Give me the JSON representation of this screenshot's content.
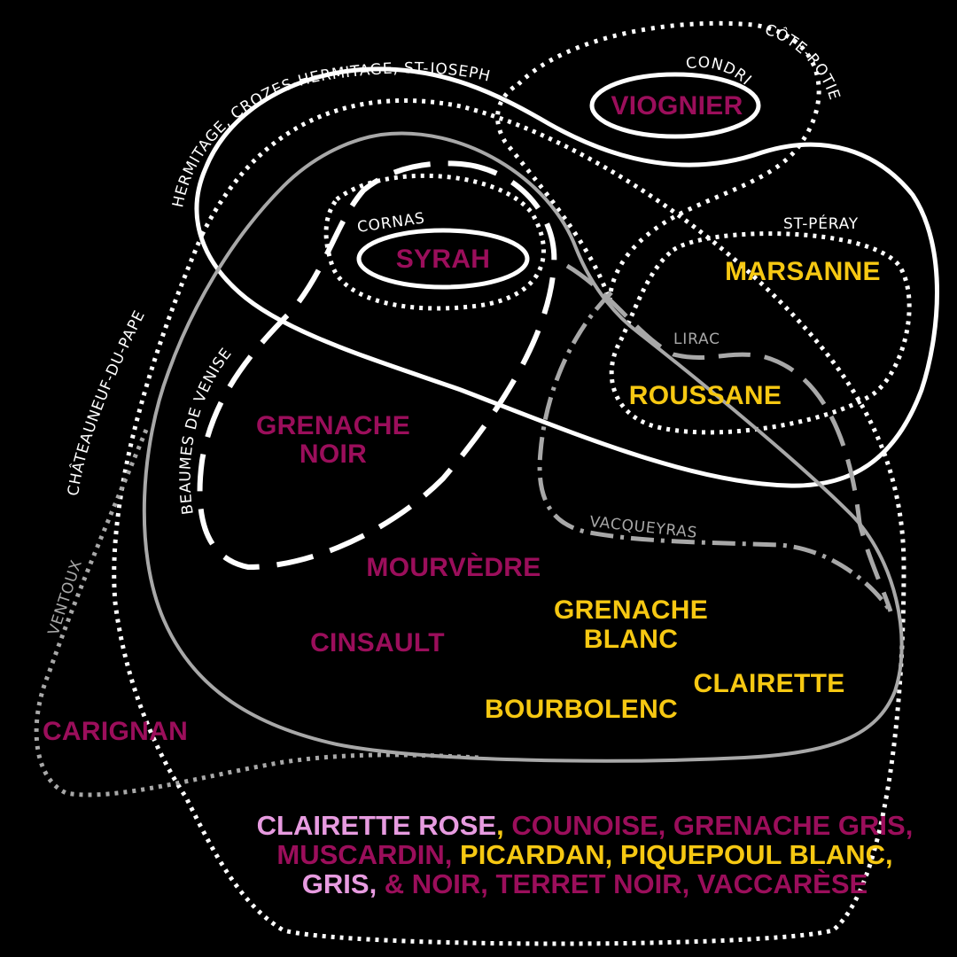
{
  "colors": {
    "background": "#000000",
    "red_grape": "#9b0e5b",
    "white_grape": "#f6c812",
    "rose_grape": "#e79be0",
    "region_outline_white": "#ffffff",
    "region_outline_grey": "#a8a8a8"
  },
  "grapes": {
    "viognier": "VIOGNIER",
    "syrah": "SYRAH",
    "marsanne": "MARSANNE",
    "roussane": "ROUSSANE",
    "grenache_noir_1": "GRENACHE",
    "grenache_noir_2": "NOIR",
    "mourvedre": "MOURVÈDRE",
    "grenache_blanc_1": "GRENACHE",
    "grenache_blanc_2": "BLANC",
    "cinsault": "CINSAULT",
    "clairette": "CLAIRETTE",
    "bourbolenc": "BOURBOLENC",
    "carignan": "CARIGNAN"
  },
  "regions": {
    "cote_rotie": "CÔTE-ROTIE",
    "condrieu": "CONDRIEU",
    "hermitage": "HERMITAGE, CROZES-HERMITAGE, ST-JOSEPH",
    "cornas": "CORNAS",
    "st_peray": "ST-PÉRAY",
    "lirac": "LIRAC",
    "beaumes_de_venise": "BEAUMES DE VENISE",
    "chateauneuf_du_pape": "CHÂTEAUNEUF-DU-PAPE",
    "vacqueyras": "VACQUEYRAS",
    "ventoux": "VENTOUX"
  },
  "footer": {
    "line1": [
      {
        "text": "CLAIRETTE ROSE",
        "color": "pink"
      },
      {
        "text": ", ",
        "color": "yellow"
      },
      {
        "text": "COUNOISE, GRENACHE GRIS,",
        "color": "red"
      }
    ],
    "line2": [
      {
        "text": "MUSCARDIN,",
        "color": "red"
      },
      {
        "text": " PICARDAN, PIQUEPOUL BLANC,",
        "color": "yellow"
      }
    ],
    "line3": [
      {
        "text": "GRIS,",
        "color": "pink"
      },
      {
        "text": " & NOIR, TERRET NOIR, VACCARÈSE",
        "color": "red"
      }
    ]
  }
}
